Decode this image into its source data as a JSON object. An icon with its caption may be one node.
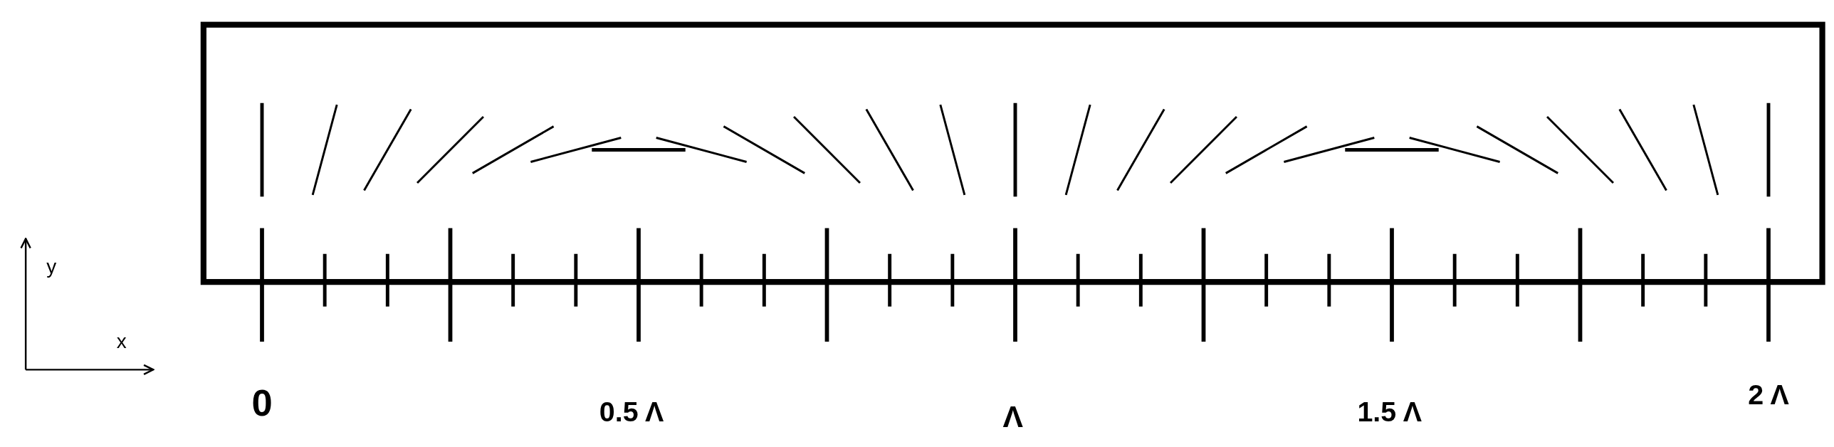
{
  "diagram": {
    "labels": [
      "y",
      "x",
      "0",
      "0.5 Λ",
      "Λ",
      "1.5 Λ",
      "2 Λ"
    ]
  }
}
